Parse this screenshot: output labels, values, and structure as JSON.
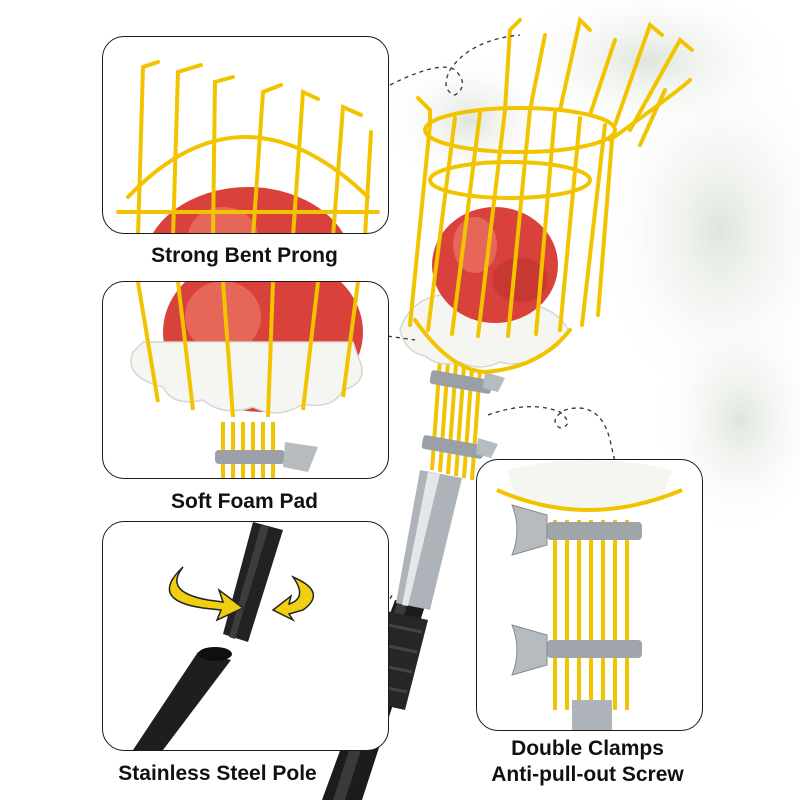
{
  "features": [
    {
      "caption": "Strong Bent Prong"
    },
    {
      "caption": "Soft Foam Pad"
    },
    {
      "caption": "Stainless Steel Pole"
    },
    {
      "caption_line1": "Double Clamps",
      "caption_line2": "Anti-pull-out Screw"
    }
  ],
  "colors": {
    "wire": "#f2c400",
    "wire_dark": "#c99a00",
    "apple": "#d9423a",
    "foam": "#f5f5f2",
    "steel": "#b8bcc2",
    "pole": "#1c1c1c",
    "arrow": "#f0cf10",
    "outline": "#1a1a1a"
  },
  "icons": [
    "rotation-arrow-icon"
  ]
}
